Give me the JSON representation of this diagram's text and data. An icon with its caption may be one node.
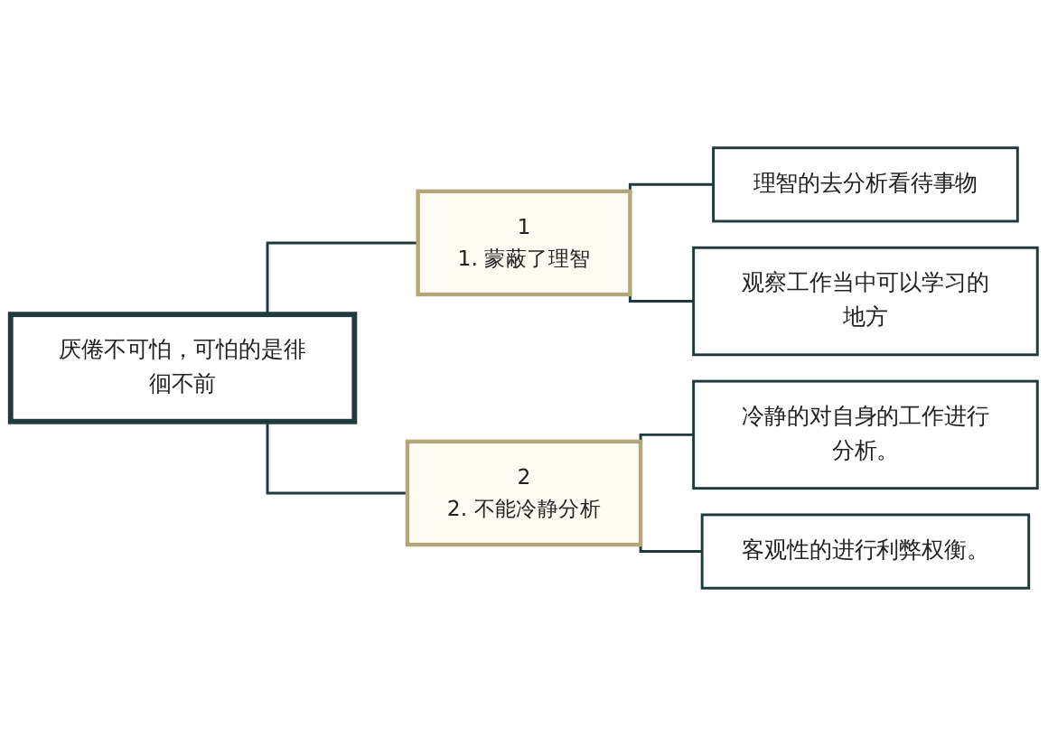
{
  "diagram": {
    "nodes": [
      {
        "text": [
          "厌倦不可怕，可怕的是徘徊不前"
        ]
      },
      {
        "text": [
          "1",
          "1. 蒙蔽了理智"
        ]
      },
      {
        "text": [
          "理智的去分析看待事物"
        ]
      },
      {
        "text": [
          "观察工作当中可以学习的地方"
        ]
      },
      {
        "text": [
          "2",
          "2. 不能冷静分析"
        ]
      },
      {
        "text": [
          "冷静的对自身的工作进行分析。"
        ]
      },
      {
        "text": [
          "客观性的进行利弊权衡。"
        ]
      }
    ],
    "edges": [
      {
        "from": 0,
        "to": 1,
        "arrow": "none"
      },
      {
        "from": 1,
        "to": 2,
        "arrow": "none"
      },
      {
        "from": 1,
        "to": 3,
        "arrow": "none"
      },
      {
        "from": 0,
        "to": 4,
        "arrow": "none"
      },
      {
        "from": 4,
        "to": 5,
        "arrow": "none"
      },
      {
        "from": 4,
        "to": 6,
        "arrow": "none"
      }
    ]
  }
}
